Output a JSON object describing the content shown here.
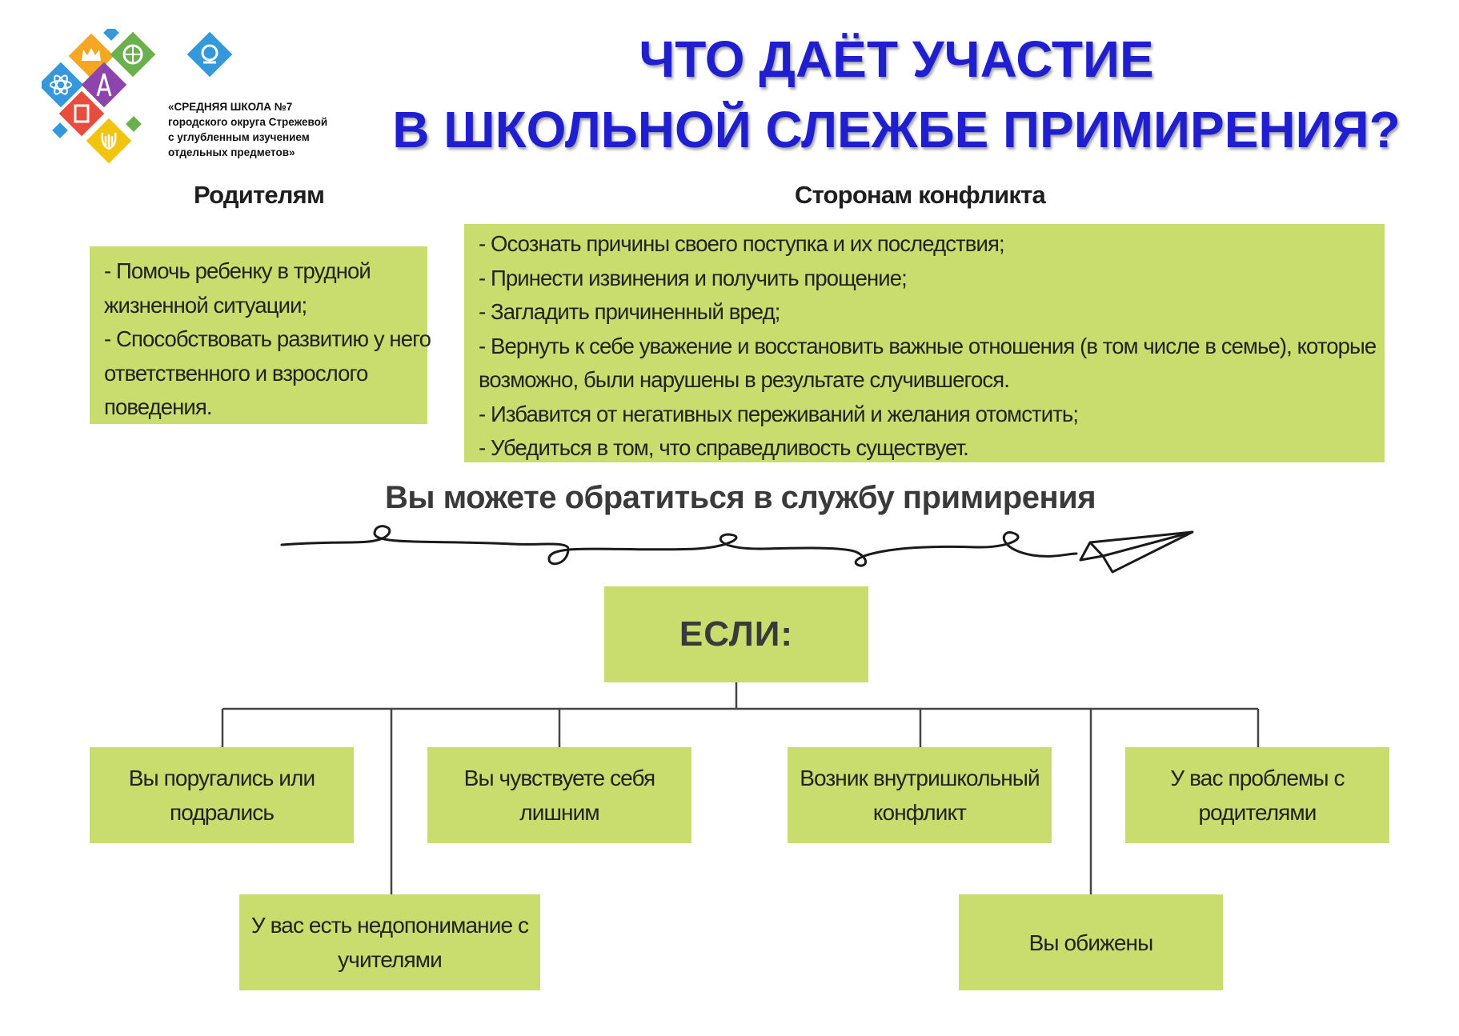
{
  "school": {
    "lines": [
      "«СРЕДНЯЯ ШКОЛА №7",
      "городского округа Стрежевой",
      "с углубленным изучением",
      "отдельных предметов»"
    ]
  },
  "title": {
    "line1": "ЧТО ДАЁТ УЧАСТИЕ",
    "line2": "В ШКОЛЬНОЙ СЛЕЖБЕ ПРИМИРЕНИЯ?"
  },
  "parents": {
    "heading": "Родителям",
    "lines": [
      "- Помочь ребенку в трудной",
      "жизненной ситуации;",
      "- Способствовать развитию у него",
      "ответственного и взрослого",
      "поведения."
    ]
  },
  "sides": {
    "heading": "Сторонам конфликта",
    "lines": [
      "- Осознать причины своего поступка и их последствия;",
      "- Принести извинения и получить прощение;",
      "- Загладить причиненный вред;",
      "- Вернуть к себе уважение и восстановить важные отношения (в том числе в семье), которые",
      "возможно, были нарушены в результате случившегося.",
      "- Избавится от негативных переживаний и желания отомстить;",
      "- Убедиться в том, что справедливость существует."
    ]
  },
  "tagline": "Вы можете обратиться в службу примирения",
  "if_label": "ЕСЛИ:",
  "cases": [
    {
      "lines": [
        "Вы поругались или",
        "подрались"
      ]
    },
    {
      "lines": [
        "Вы чувствуете себя",
        "лишним"
      ]
    },
    {
      "lines": [
        "Возник внутришкольный",
        "конфликт"
      ]
    },
    {
      "lines": [
        "У вас проблемы с",
        "родителями"
      ]
    },
    {
      "lines": [
        "У вас есть недопонимание с",
        "учителями"
      ]
    },
    {
      "lines": [
        "Вы обижены"
      ]
    }
  ],
  "colors": {
    "title": "#1f1fcf",
    "box": "#c9dd6f",
    "logo": [
      "#f5a623",
      "#6ab04c",
      "#3498db",
      "#8e44ad",
      "#e74c3c",
      "#f1c40f"
    ]
  },
  "icons": [
    "crown-icon",
    "globe-icon",
    "theater-mask-icon",
    "atom-icon",
    "compass-icon",
    "book-icon",
    "lyre-icon"
  ]
}
